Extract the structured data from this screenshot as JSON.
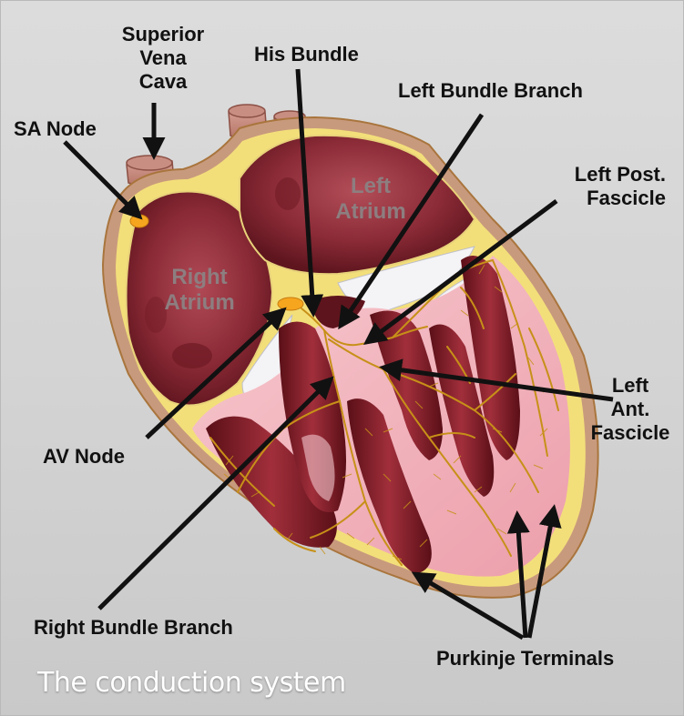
{
  "diagram": {
    "caption": "The conduction system",
    "labels": {
      "superior_vena_cava": [
        "Superior",
        "Vena",
        "Cava"
      ],
      "sa_node": "SA Node",
      "his_bundle": "His Bundle",
      "left_bundle_branch": "Left Bundle Branch",
      "left_post_fascicle": [
        "Left Post.",
        "Fascicle"
      ],
      "left_ant_fascicle": [
        "Left",
        "Ant.",
        "Fascicle"
      ],
      "av_node": "AV Node",
      "right_bundle_branch": "Right Bundle Branch",
      "purkinje_terminals": "Purkinje Terminals"
    },
    "chambers": {
      "left_atrium": [
        "Left",
        "Atrium"
      ],
      "right_atrium": [
        "Right",
        "Atrium"
      ]
    }
  },
  "colors": {
    "background": "#d3d3d3",
    "wall_outline": "#f3df7a",
    "myocardium": "#7e1d26",
    "endocardium_pink": "#f2b3bd",
    "conduction_fibers": "#c79018",
    "nodes": "#f6a51e"
  }
}
